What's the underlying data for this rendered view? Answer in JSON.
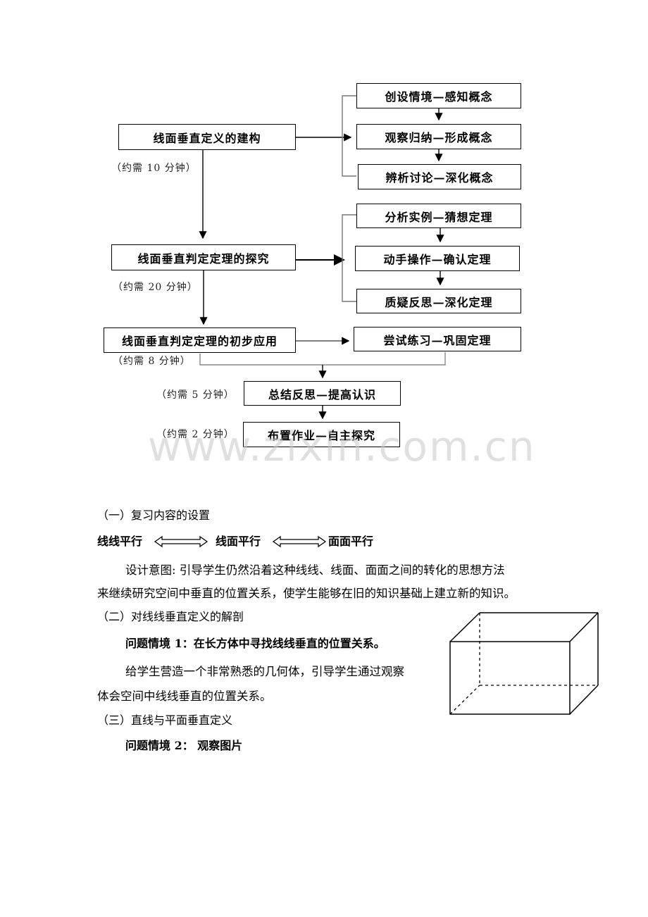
{
  "flowchart": {
    "stage1": "线面垂直定义的建构",
    "stage1_time": "（约需 10 分钟）",
    "stage1_steps": [
      "创设情境—感知概念",
      "观察归纳—形成概念",
      "辨析讨论—深化概念"
    ],
    "stage2": "线面垂直判定定理的探究",
    "stage2_time": "（约需 20 分钟）",
    "stage2_steps": [
      "分析实例—猜想定理",
      "动手操作—确认定理",
      "质疑反思—深化定理"
    ],
    "stage3": "线面垂直判定定理的初步应用",
    "stage3_time": "（约需 8 分钟）",
    "stage3_step": "尝试练习—巩固定理",
    "stage4_time": "（约需 5 分钟）",
    "stage4": "总结反思—提高认识",
    "stage5_time": "（约需 2 分钟）",
    "stage5": "布置作业—自主探究"
  },
  "watermark": "www.zixin.com.cn",
  "section1": {
    "heading": "（一）复习内容的设置",
    "chain": [
      "线线平行",
      "线面平行",
      "面面平行"
    ],
    "design_line1": "设计意图: 引导学生仍然沿着这种线线、线面、面面之间的转化的思想方法",
    "design_line2": "来继续研究空间中垂直的位置关系，使学生能够在旧的知识基础上建立新的知识。"
  },
  "section2": {
    "heading": "（二）对线线垂直定义的解剖",
    "problem": "问题情境 1：在长方体中寻找线线垂直的位置关系。",
    "line1": "给学生营造一个非常熟悉的几何体，引导学生通过观察",
    "line2": "体会空间中线线垂直的位置关系。"
  },
  "section3": {
    "heading": "（三）直线与平面垂直定义",
    "problem": "问题情境 2：  观察图片"
  }
}
